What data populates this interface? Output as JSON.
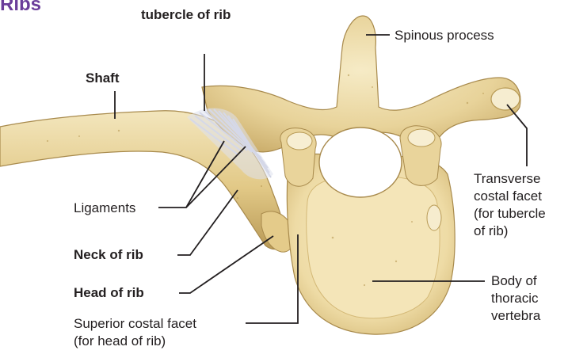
{
  "title": "Ribs",
  "labels": {
    "tubercle": "tubercle of rib",
    "shaft": "Shaft",
    "spinous": "Spinous process",
    "ligaments": "Ligaments",
    "neck": "Neck of rib",
    "head": "Head of rib",
    "superior_facet": [
      "Superior costal facet",
      "(for head of rib)"
    ],
    "transverse_facet": [
      "Transverse",
      "costal facet",
      "(for tubercle",
      "of rib)"
    ],
    "body": [
      "Body of",
      "thoracic",
      "vertebra"
    ]
  },
  "colors": {
    "title": "#6a3d9a",
    "bone_light": "#f2e3b3",
    "bone_mid": "#e6cf8e",
    "bone_dark": "#b89a55",
    "ligament": "#d9dcea",
    "leader": "#231f20"
  }
}
